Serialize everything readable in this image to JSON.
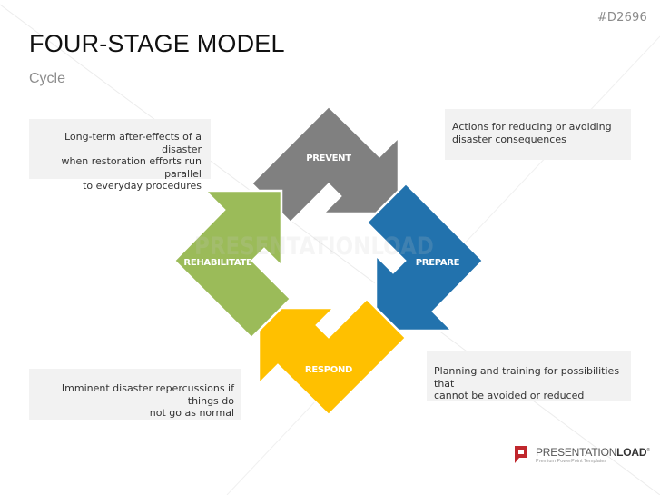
{
  "slide_code": "#D2696",
  "title": "FOUR-STAGE MODEL",
  "subtitle": "Cycle",
  "stages": [
    {
      "id": "prevent",
      "label": "PREVENT",
      "color": "#808080",
      "rotation": 0
    },
    {
      "id": "prepare",
      "label": "PREPARE",
      "color": "#2272ad",
      "rotation": 90
    },
    {
      "id": "respond",
      "label": "RESPOND",
      "color": "#ffc000",
      "rotation": 180
    },
    {
      "id": "rehabilitate",
      "label": "REHABILITATE",
      "color": "#9bbb59",
      "rotation": 270
    }
  ],
  "descriptions": {
    "rehabilitate": [
      "Long-term after-effects of a disaster",
      "when restoration efforts run parallel",
      "to everyday procedures"
    ],
    "prevent": [
      "Actions for reducing or avoiding",
      "disaster consequences"
    ],
    "respond": [
      "Imminent disaster repercussions if things do",
      "not go as normal"
    ],
    "prepare": [
      "Planning and training for possibilities that",
      "cannot be avoided or reduced"
    ]
  },
  "watermark": "PRESENTATIONLOAD",
  "logo": {
    "name_light": "PRESENTATION",
    "name_bold": "LOAD",
    "trademark": "®",
    "tagline": "Premium PowerPoint Templates",
    "color": "#c0272d"
  }
}
